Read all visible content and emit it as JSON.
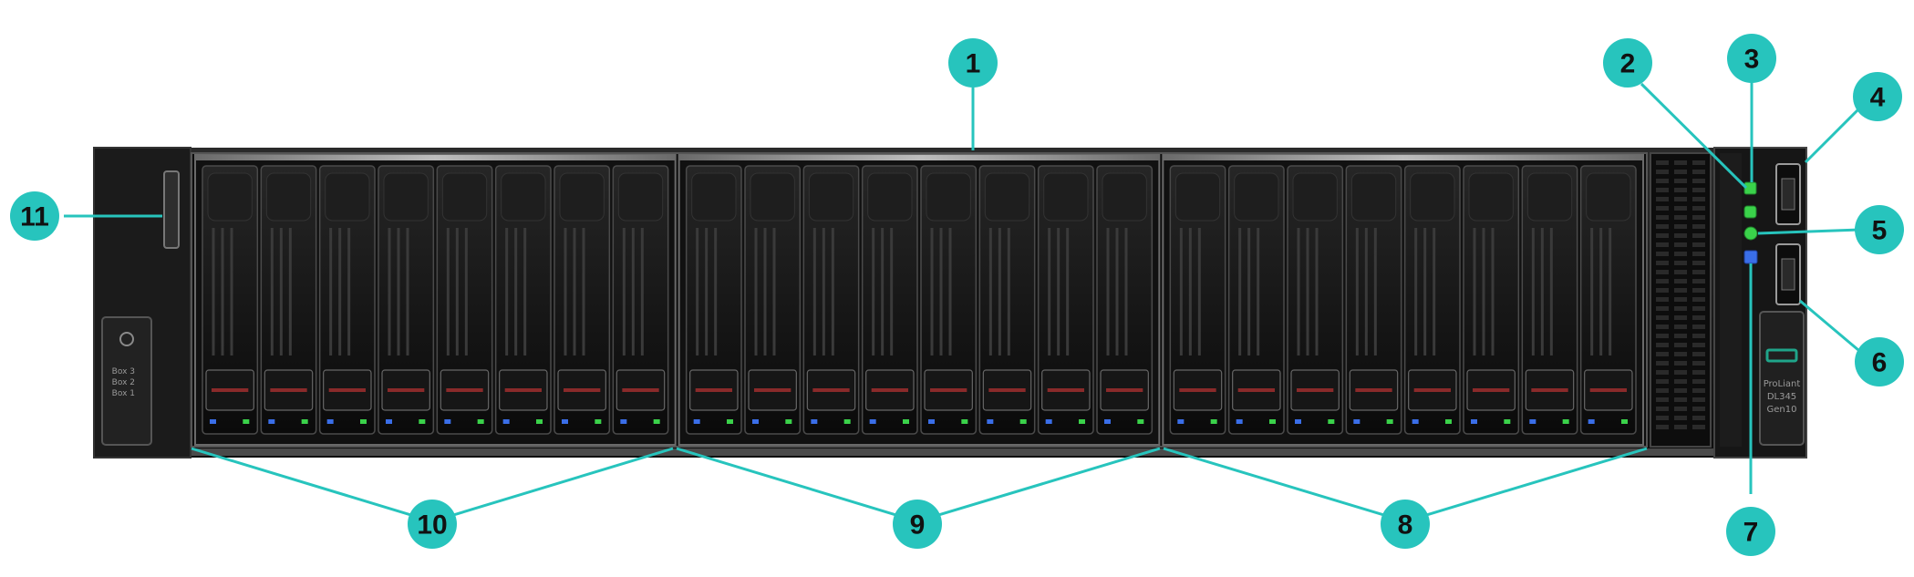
{
  "diagram": {
    "callouts": [
      "1",
      "2",
      "3",
      "4",
      "5",
      "6",
      "7",
      "8",
      "9",
      "10",
      "11"
    ],
    "chassis": {
      "drive_bays_per_box": 8,
      "box_count": 3,
      "left_panel_labels": [
        "Box 3",
        "Box 2",
        "Box 1"
      ],
      "badge_lines": [
        "ProLiant",
        "DL345",
        "Gen10"
      ]
    },
    "colors": {
      "callout": "#27c4bd",
      "chassis": "#141414",
      "led_green": "#3ad24a",
      "led_blue": "#3a6ee8",
      "hpe_logo": "#1fa58a"
    }
  }
}
